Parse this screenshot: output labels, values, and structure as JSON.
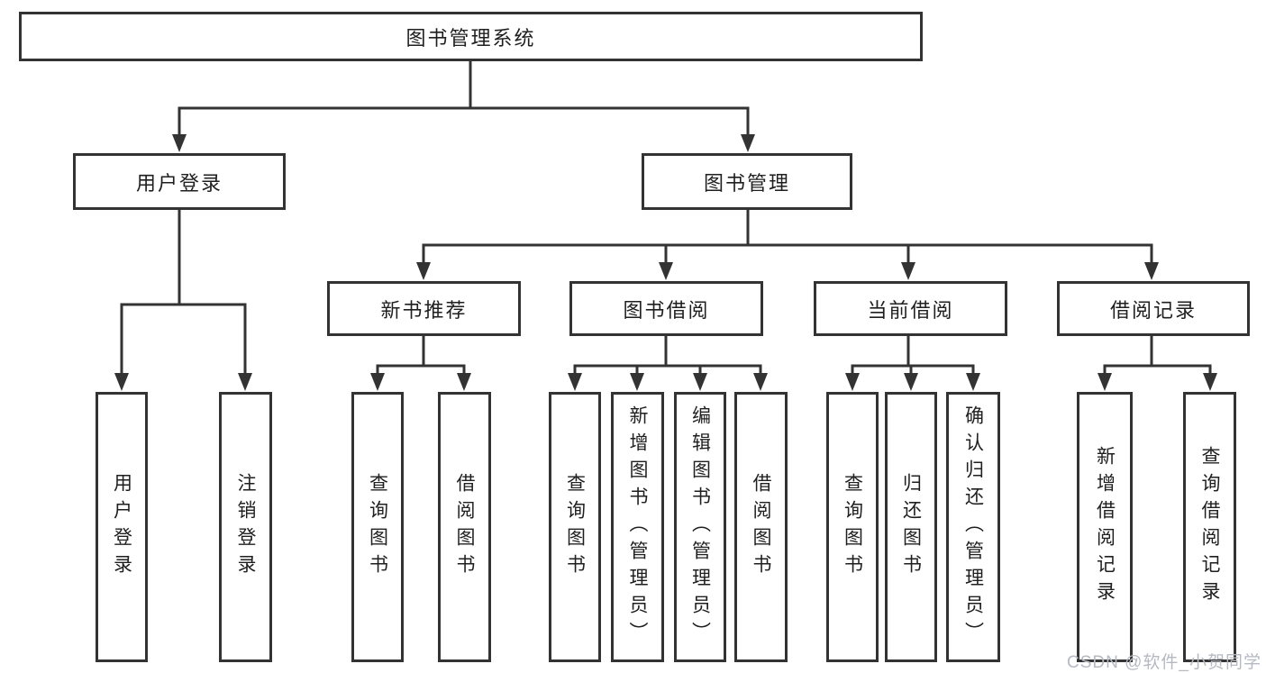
{
  "diagram": {
    "title_note": "",
    "root": {
      "label": "图书管理系统"
    },
    "branches": [
      {
        "label": "用户登录",
        "children": [
          {
            "label": "用户登录"
          },
          {
            "label": "注销登录"
          }
        ]
      },
      {
        "label": "图书管理",
        "children": [
          {
            "label": "新书推荐",
            "children": [
              {
                "label": "查询图书"
              },
              {
                "label": "借阅图书"
              }
            ]
          },
          {
            "label": "图书借阅",
            "children": [
              {
                "label": "查询图书"
              },
              {
                "label": "新增图书（管理员）"
              },
              {
                "label": "编辑图书（管理员）"
              },
              {
                "label": "借阅图书"
              }
            ]
          },
          {
            "label": "当前借阅",
            "children": [
              {
                "label": "查询图书"
              },
              {
                "label": "归还图书"
              },
              {
                "label": "确认归还（管理员）"
              }
            ]
          },
          {
            "label": "借阅记录",
            "children": [
              {
                "label": "新增借阅记录"
              },
              {
                "label": "查询借阅记录"
              }
            ]
          }
        ]
      }
    ]
  },
  "watermark": "CSDN @软件_小贺同学",
  "colors": {
    "line": "#333333",
    "text": "#1f1f1f",
    "watermark": "#b5b9c2",
    "background": "#ffffff"
  }
}
